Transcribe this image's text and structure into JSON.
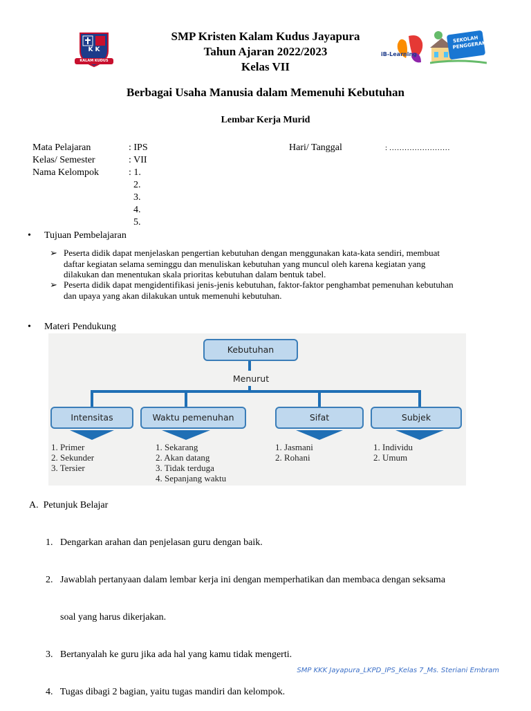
{
  "header": {
    "school": "SMP Kristen Kalam Kudus Jayapura",
    "year": "Tahun Ajaran 2022/2023",
    "grade": "Kelas VII",
    "logo_text": "KALAM KUDUS",
    "logo_letters": "K K",
    "ib_logo_text": "iB-Learning",
    "penggerak_text": "SEKOLAH PENGGERAK"
  },
  "title": "Berbagai Usaha Manusia dalam Memenuhi Kebutuhan",
  "subtitle": "Lembar Kerja Murid",
  "info": {
    "mapel_label": "Mata Pelajaran",
    "mapel_value": ": IPS",
    "kelas_label": "Kelas/ Semester",
    "kelas_value": ": VII",
    "nama_label": "Nama Kelompok",
    "nama_items": [
      ": 1.",
      "2.",
      "3.",
      "4.",
      "5."
    ],
    "hari_label": "Hari/ Tanggal",
    "hari_value": ": ……………………"
  },
  "tujuan": {
    "heading": "Tujuan Pembelajaran",
    "items": [
      [
        "Peserta didik dapat menjelaskan pengertian kebutuhan dengan menggunakan kata-kata sendiri, membuat",
        "daftar kegiatan selama seminggu dan menuliskan kebutuhan yang muncul oleh karena kegiatan yang",
        "dilakukan dan menentukan skala prioritas kebutuhan dalam bentuk tabel."
      ],
      [
        "Peserta didik dapat mengidentifikasi jenis-jenis kebutuhan, faktor-faktor penghambat pemenuhan kebutuhan",
        "dan upaya yang akan dilakukan untuk memenuhi kebutuhan."
      ]
    ]
  },
  "materi": {
    "heading": "Materi Pendukung",
    "diagram": {
      "root": "Kebutuhan",
      "connector": "Menurut",
      "categories": [
        {
          "label": "Intensitas",
          "items": [
            "1.  Primer",
            "2.  Sekunder",
            "3.  Tersier"
          ]
        },
        {
          "label": "Waktu pemenuhan",
          "items": [
            "1.  Sekarang",
            "2.  Akan datang",
            "3.  Tidak terduga",
            "4.  Sepanjang waktu"
          ]
        },
        {
          "label": "Sifat",
          "items": [
            "1.  Jasmani",
            "2.  Rohani"
          ]
        },
        {
          "label": "Subjek",
          "items": [
            "1.  Individu",
            "2.  Umum"
          ]
        }
      ]
    }
  },
  "petunjuk": {
    "heading": "A.  Petunjuk Belajar",
    "items": [
      "1.   Dengarkan arahan dan penjelasan guru dengan baik.",
      "2.   Jawablah pertanyaan dalam lembar kerja ini dengan memperhatikan dan membaca dengan seksama",
      "      soal yang harus dikerjakan.",
      "3.   Bertanyalah ke guru jika ada hal yang kamu tidak mengerti.",
      "4.   Tugas dibagi 2 bagian, yaitu tugas mandiri dan kelompok."
    ]
  },
  "footer": "SMP KKK Jayapura_LKPD_IPS_Kelas 7_Ms. Steriani Embram",
  "colors": {
    "box_fill": "#bfd8ee",
    "box_border": "#3a7db8",
    "connector": "#1f6fb5",
    "footer": "#3b6fc7"
  }
}
